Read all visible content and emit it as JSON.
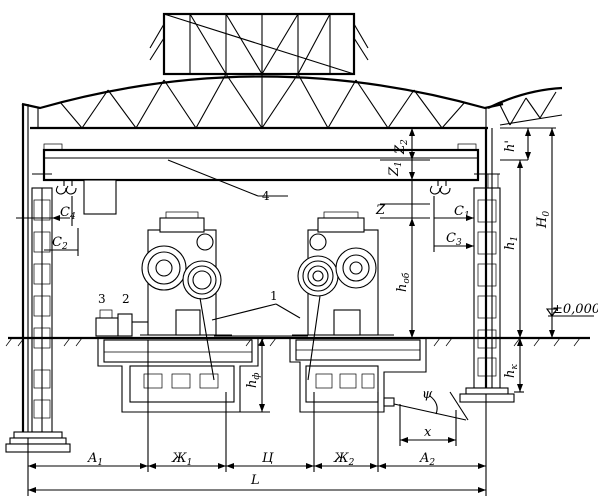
{
  "callouts": {
    "c1": "1",
    "c2": "2",
    "c3": "3",
    "c4": "4"
  },
  "dimensions": {
    "L": "L",
    "A1": {
      "main": "A",
      "sub": "1"
    },
    "A2": {
      "main": "A",
      "sub": "2"
    },
    "ZH1": {
      "main": "Ж",
      "sub": "1"
    },
    "ZH2": {
      "main": "Ж",
      "sub": "2"
    },
    "TS": "Ц",
    "x": "x",
    "psi": "ψ",
    "C1": {
      "main": "C",
      "sub": "1"
    },
    "C2": {
      "main": "C",
      "sub": "2"
    },
    "C3": {
      "main": "C",
      "sub": "3"
    },
    "C4": {
      "main": "C",
      "sub": "4"
    },
    "Z": "Z",
    "Z1": {
      "main": "Z",
      "sub": "1"
    },
    "Z2": {
      "main": "Z",
      "sub": "2"
    },
    "h_prime": "h'",
    "H0": {
      "main": "H",
      "sub": "0"
    },
    "h1": {
      "main": "h",
      "sub": "1"
    },
    "h_ob": {
      "main": "h",
      "sub": "об"
    },
    "h_f": {
      "main": "h",
      "sub": "ф"
    },
    "h_k": {
      "main": "h",
      "sub": "к"
    },
    "level": "±0,000"
  }
}
